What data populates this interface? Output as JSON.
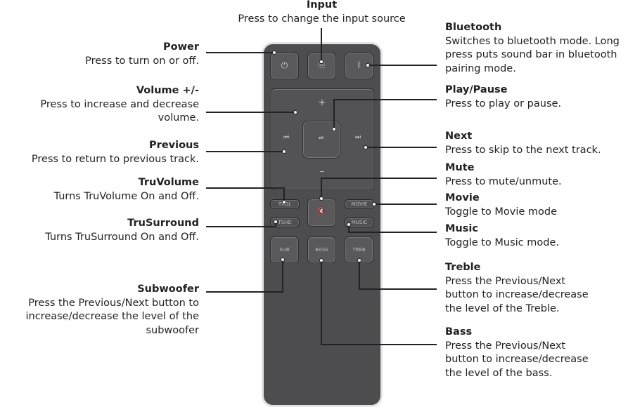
{
  "labels": {
    "input": {
      "title": "Input",
      "desc": "Press to change the input source"
    },
    "power": {
      "title": "Power",
      "desc": "Press to turn on or off."
    },
    "volume": {
      "title": "Volume +/-",
      "desc1": "Press to increase and decrease",
      "desc2": "volume."
    },
    "previous": {
      "title": "Previous",
      "desc": "Press to return to previous track."
    },
    "truvolume": {
      "title": "TruVolume",
      "desc": "Turns TruVolume On and Off."
    },
    "trusurround": {
      "title": "TruSurround",
      "desc": "Turns TruSurround On and Off."
    },
    "subwoofer": {
      "title": "Subwoofer",
      "desc1": "Press the Previous/Next button to",
      "desc2": "increase/decrease the level of the",
      "desc3": "subwoofer"
    },
    "bluetooth": {
      "title": "Bluetooth",
      "desc1": "Switches to bluetooth mode. Long",
      "desc2": "press puts sound bar in bluetooth",
      "desc3": "pairing mode."
    },
    "playpause": {
      "title": "Play/Pause",
      "desc": "Press to play or pause."
    },
    "next": {
      "title": "Next",
      "desc": "Press to skip to the next track."
    },
    "mute": {
      "title": "Mute",
      "desc": "Press to mute/unmute."
    },
    "movie": {
      "title": "Movie",
      "desc": "Toggle to Movie mode"
    },
    "music": {
      "title": "Music",
      "desc": "Toggle to Music mode."
    },
    "treble": {
      "title": "Treble",
      "desc1": "Press the Previous/Next",
      "desc2": "button to increase/decrease",
      "desc3": "the level of the Treble."
    },
    "bass": {
      "title": "Bass",
      "desc1": "Press the Previous/Next",
      "desc2": "button to increase/decrease",
      "desc3": "the level of the bass."
    }
  },
  "buttons": {
    "tvol": "TVOL",
    "tshd": "TSHD",
    "movie": "MOVIE",
    "music": "MUSIC",
    "sub": "SUB",
    "bass": "BASS",
    "treb": "TREB",
    "plus": "+",
    "minus": "–"
  },
  "icons": {
    "power": "power-icon",
    "input": "input-icon",
    "bluetooth": "bluetooth-icon",
    "play_pause": "play-pause-icon",
    "previous": "previous-icon",
    "next": "next-icon",
    "mute": "mute-icon"
  },
  "colors": {
    "remote_body": "#4d4d4f",
    "button_face": "#59595b",
    "line": "#222222"
  }
}
